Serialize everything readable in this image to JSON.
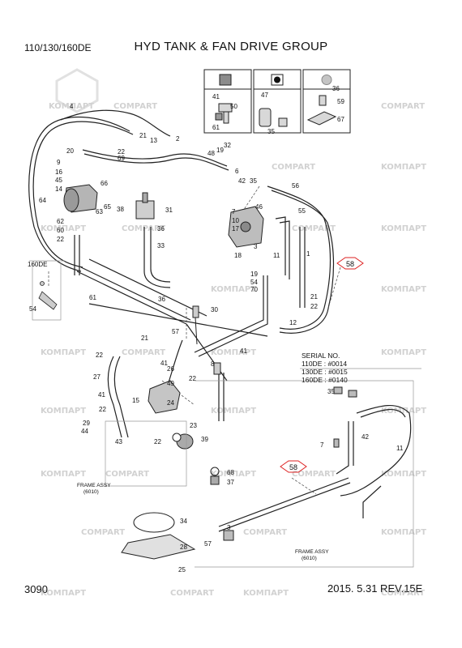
{
  "header": {
    "model": "110/130/160DE",
    "title": "HYD TANK & FAN DRIVE GROUP"
  },
  "footer": {
    "page_code": "3090",
    "revision": "2015. 5.31  REV.15E"
  },
  "serial_note": {
    "heading": "SERIAL NO.",
    "lines": [
      "110DE : #0014",
      "130DE : #0015",
      "160DE : #0140"
    ]
  },
  "variant_label": "160DE",
  "frame_labels": [
    "FRAME ASSY",
    "(6010)"
  ],
  "watermarks": {
    "brand_a": "COMPART",
    "brand_b": "KOMПАРТ"
  },
  "legend_icons": [
    "grey-square-icon",
    "black-dot-square-icon",
    "grey-circle-icon"
  ],
  "callouts": [
    "58",
    "58"
  ],
  "part_numbers": [
    "4",
    "21",
    "13",
    "2",
    "20",
    "22",
    "69",
    "48",
    "32",
    "19",
    "9",
    "16",
    "45",
    "14",
    "66",
    "6",
    "65",
    "63",
    "64",
    "62",
    "60",
    "22",
    "38",
    "31",
    "36",
    "33",
    "61",
    "36",
    "30",
    "35",
    "42",
    "47",
    "41",
    "50",
    "59",
    "67",
    "56",
    "55",
    "46",
    "10",
    "7",
    "17",
    "1",
    "3",
    "18",
    "11",
    "19",
    "54",
    "70",
    "21",
    "22",
    "12",
    "21",
    "57",
    "22",
    "41",
    "26",
    "27",
    "49",
    "41",
    "15",
    "24",
    "22",
    "8",
    "29",
    "44",
    "43",
    "22",
    "39",
    "23",
    "41",
    "68",
    "37",
    "34",
    "28",
    "25",
    "35",
    "42",
    "7",
    "11",
    "3",
    "57",
    "54",
    "61",
    "35",
    "36",
    "22"
  ]
}
